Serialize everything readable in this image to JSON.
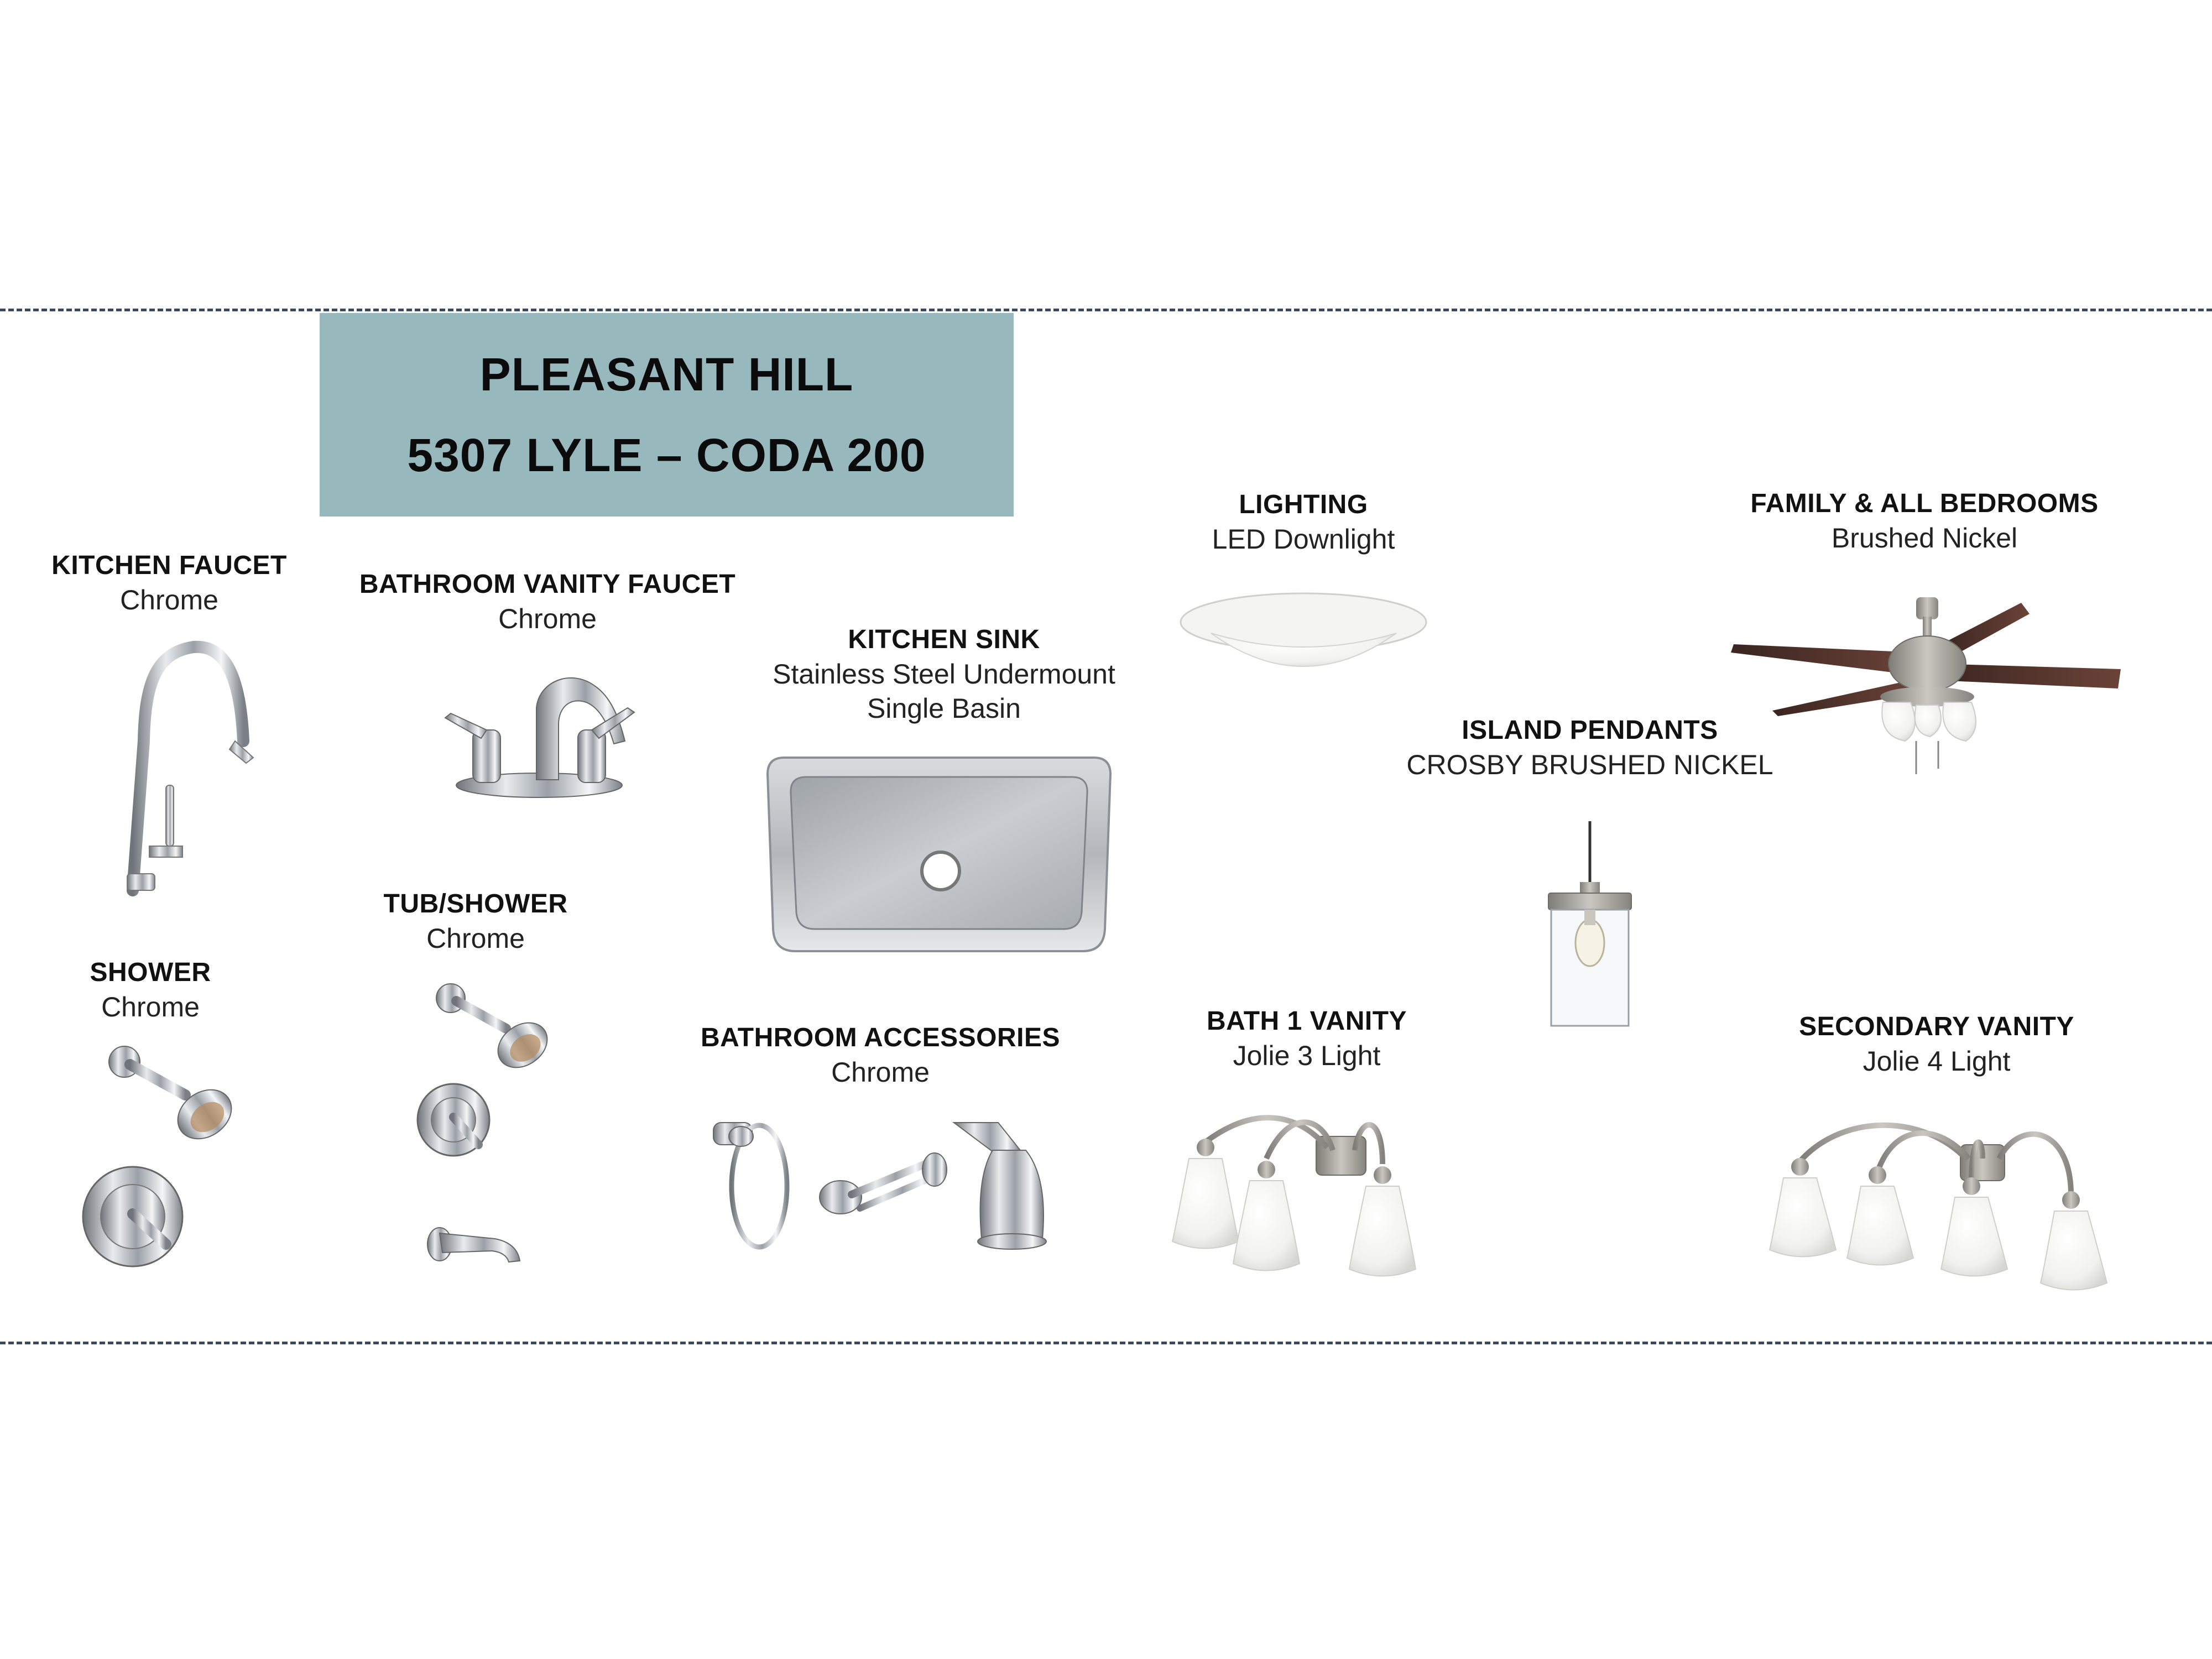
{
  "header": {
    "title_line1": "PLEASANT HILL",
    "title_line2": "5307 LYLE – CODA 200"
  },
  "items": {
    "kitchen_faucet": {
      "name": "KITCHEN FAUCET",
      "finish": "Chrome"
    },
    "bathroom_vanity_faucet": {
      "name": "BATHROOM VANITY FAUCET",
      "finish": "Chrome"
    },
    "kitchen_sink": {
      "name": "KITCHEN SINK",
      "finish": "Stainless Steel Undermount",
      "finish2": "Single Basin"
    },
    "lighting": {
      "name": "LIGHTING",
      "finish": "LED Downlight"
    },
    "family_bedrooms": {
      "name": "FAMILY & ALL BEDROOMS",
      "finish": "Brushed Nickel"
    },
    "island_pendants": {
      "name": "ISLAND PENDANTS",
      "finish": "CROSBY BRUSHED NICKEL"
    },
    "tub_shower": {
      "name": "TUB/SHOWER",
      "finish": "Chrome"
    },
    "shower": {
      "name": "SHOWER",
      "finish": "Chrome"
    },
    "bathroom_accessories": {
      "name": "BATHROOM ACCESSORIES",
      "finish": "Chrome"
    },
    "bath1_vanity": {
      "name": "BATH 1 VANITY",
      "finish": "Jolie 3 Light"
    },
    "secondary_vanity": {
      "name": "SECONDARY VANITY",
      "finish": "Jolie 4 Light"
    }
  },
  "icons": {
    "kitchen_faucet": "kitchen-faucet-icon",
    "vanity_faucet": "vanity-faucet-icon",
    "sink": "sink-icon",
    "downlight": "downlight-icon",
    "ceiling_fan": "ceiling-fan-icon",
    "pendant": "pendant-light-icon",
    "shower": "shower-set-icon",
    "tub_shower": "tub-shower-set-icon",
    "accessories": "bath-accessories-icon",
    "vanity3": "vanity-3-light-icon",
    "vanity4": "vanity-4-light-icon"
  },
  "colors": {
    "title_bg": "#97b8bd",
    "dashed_rule": "#3a4a5a"
  }
}
